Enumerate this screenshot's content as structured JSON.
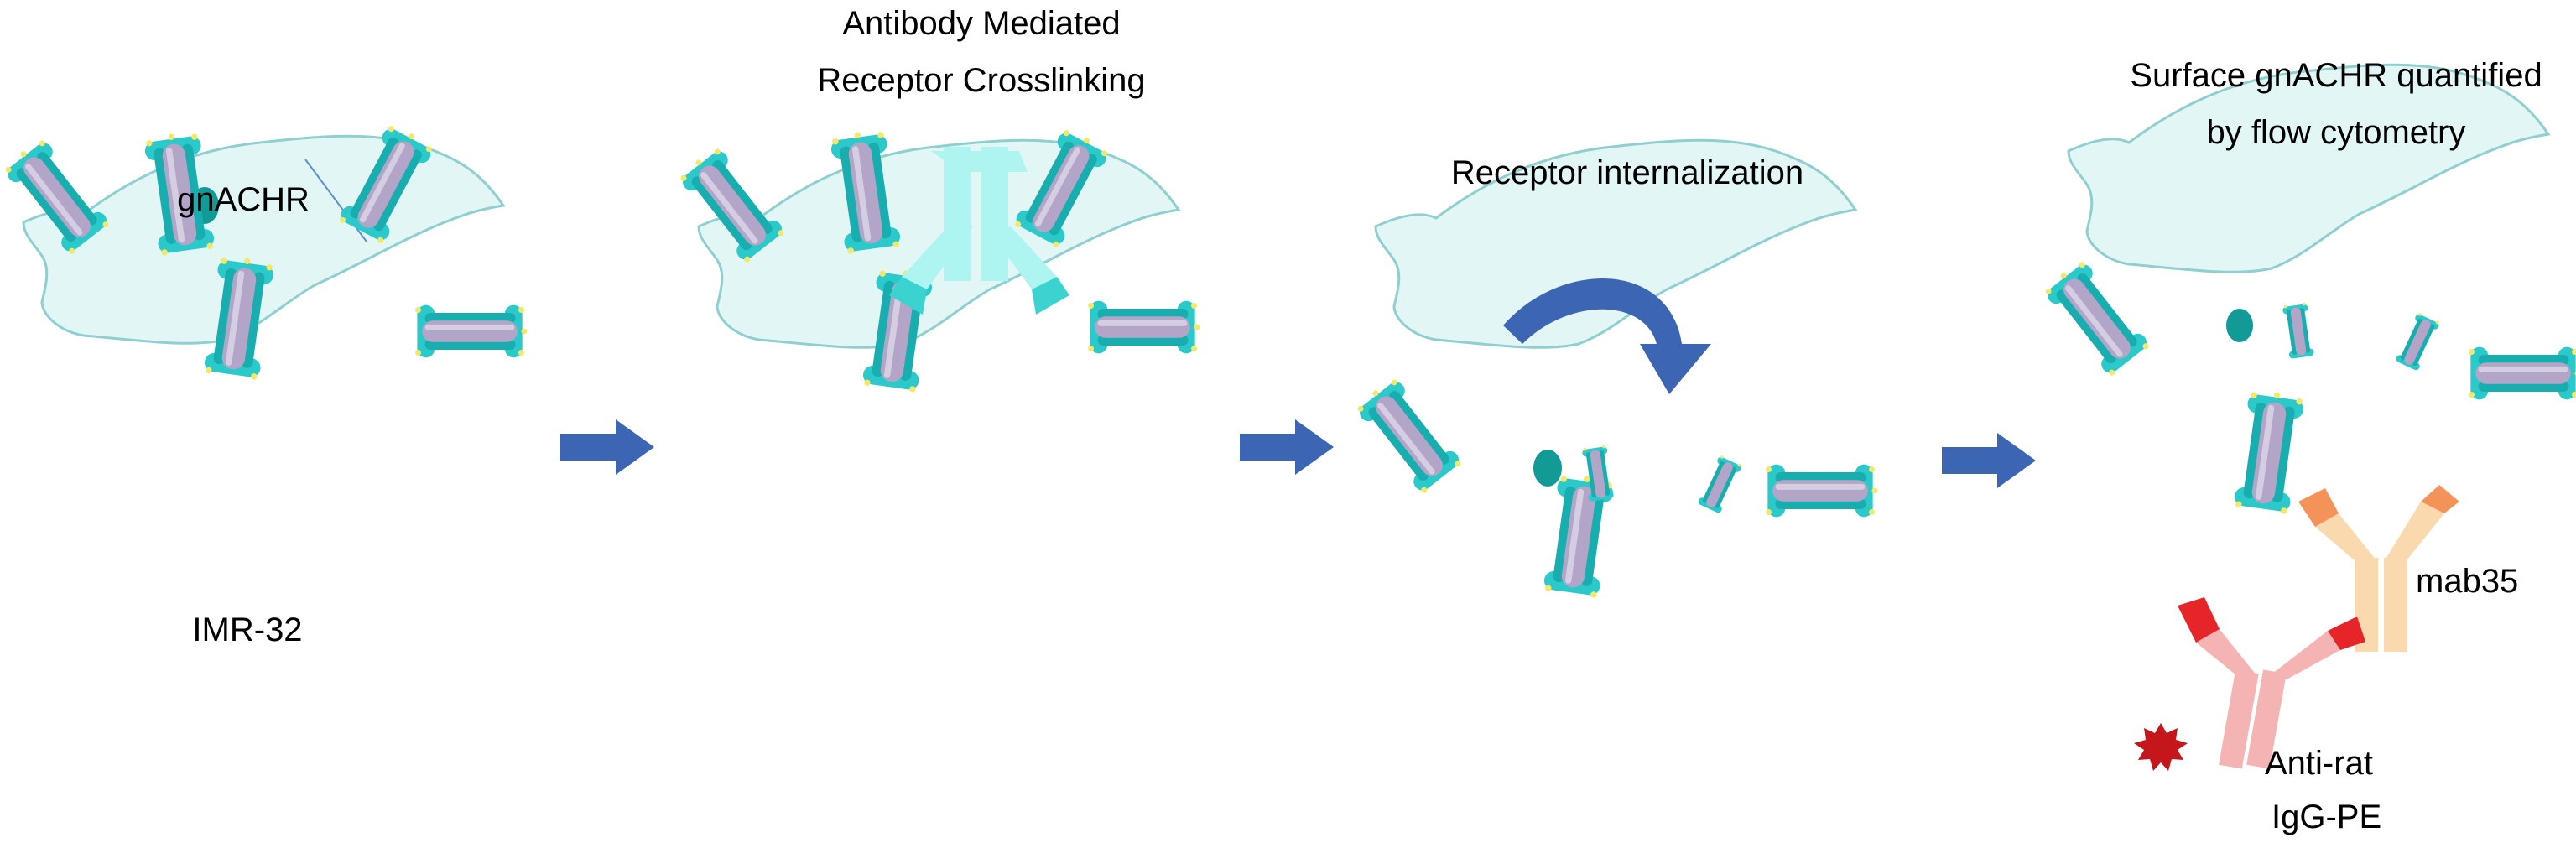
{
  "panel1": {
    "receptor_label": "gnACHR",
    "cell_label": "IMR-32"
  },
  "panel2": {
    "title_line1": "Antibody Mediated",
    "title_line2": "Receptor Crosslinking"
  },
  "panel3": {
    "title": "Receptor internalization"
  },
  "panel4": {
    "title_line1": "Surface gnACHR quantified",
    "title_line2": "by flow cytometry",
    "primary_antibody_label": "mab35",
    "secondary_antibody_line1": "Anti-rat",
    "secondary_antibody_line2": "IgG-PE"
  },
  "colors": {
    "cell_fill": "#e3f6f6",
    "cell_stroke": "#8fcfcf",
    "nucleus": "#119a96",
    "receptor_teal": "#2bc9c9",
    "receptor_core": "#b3a5c7",
    "receptor_tip": "#f2e86a",
    "arrow": "#3c66b3",
    "crosslink_antibody": "#aef5f2",
    "crosslink_antibody_dark": "#3bd3cf",
    "mab35_light": "#f9d9ad",
    "mab35_dark": "#f3935a",
    "antirat_light": "#f5b4b4",
    "antirat_dark": "#e52528",
    "pe_star": "#c5161b"
  }
}
